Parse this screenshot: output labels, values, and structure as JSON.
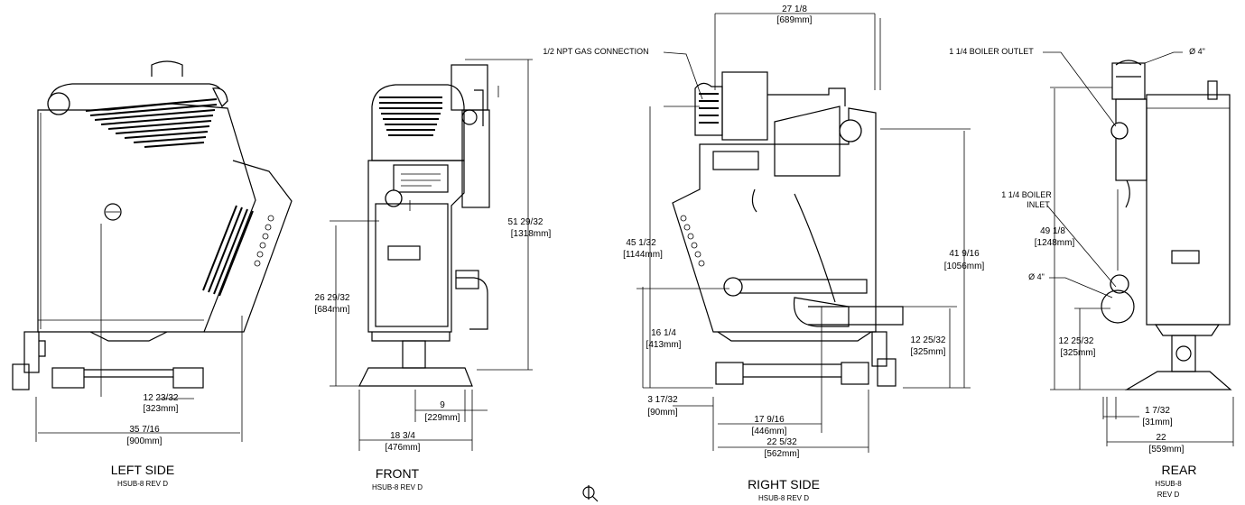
{
  "views": {
    "left": {
      "title": "LEFT SIDE",
      "rev": "HSUB-8 REV D"
    },
    "front": {
      "title": "FRONT",
      "rev": "HSUB-8 REV D"
    },
    "right": {
      "title": "RIGHT SIDE",
      "rev": "HSUB-8 REV D"
    },
    "rear": {
      "title": "REAR",
      "rev1": "HSUB-8",
      "rev2": "REV D"
    }
  },
  "callouts": {
    "gas": "1/2 NPT GAS CONNECTION",
    "boiler_outlet": "1 1/4 BOILER OUTLET",
    "vent_top": "Ø 4\"",
    "boiler_inlet_1": "1 1/4 BOILER",
    "boiler_inlet_2": "INLET",
    "air_inlet": "Ø 4\""
  },
  "dims": {
    "left_depth_a": {
      "in": "12 23/32",
      "mm": "[323mm]"
    },
    "left_depth_b": {
      "in": "35 7/16",
      "mm": "[900mm]"
    },
    "front_height_a": {
      "in": "26 29/32",
      "mm": "[684mm]"
    },
    "front_height_b": {
      "in": "51 29/32",
      "mm": "[1318mm]"
    },
    "front_width_a": {
      "in": "9",
      "mm": "[229mm]"
    },
    "front_width_b": {
      "in": "18 3/4",
      "mm": "[476mm]"
    },
    "right_top_width": {
      "in": "27 1/8",
      "mm": "[689mm]"
    },
    "right_height_a": {
      "in": "45 1/32",
      "mm": "[1144mm]"
    },
    "right_height_b": {
      "in": "16 1/4",
      "mm": "[413mm]"
    },
    "right_height_c": {
      "in": "41 9/16",
      "mm": "[1056mm]"
    },
    "right_height_d": {
      "in": "12 25/32",
      "mm": "[325mm]"
    },
    "right_offset": {
      "in": "3 17/32",
      "mm": "[90mm]"
    },
    "right_width_a": {
      "in": "17 9/16",
      "mm": "[446mm]"
    },
    "right_width_b": {
      "in": "22 5/32",
      "mm": "[562mm]"
    },
    "rear_height_a": {
      "in": "49 1/8",
      "mm": "[1248mm]"
    },
    "rear_height_b": {
      "in": "12 25/32",
      "mm": "[325mm]"
    },
    "rear_width_a": {
      "in": "1 7/32",
      "mm": "[31mm]"
    },
    "rear_width_b": {
      "in": "22",
      "mm": "[559mm]"
    }
  }
}
